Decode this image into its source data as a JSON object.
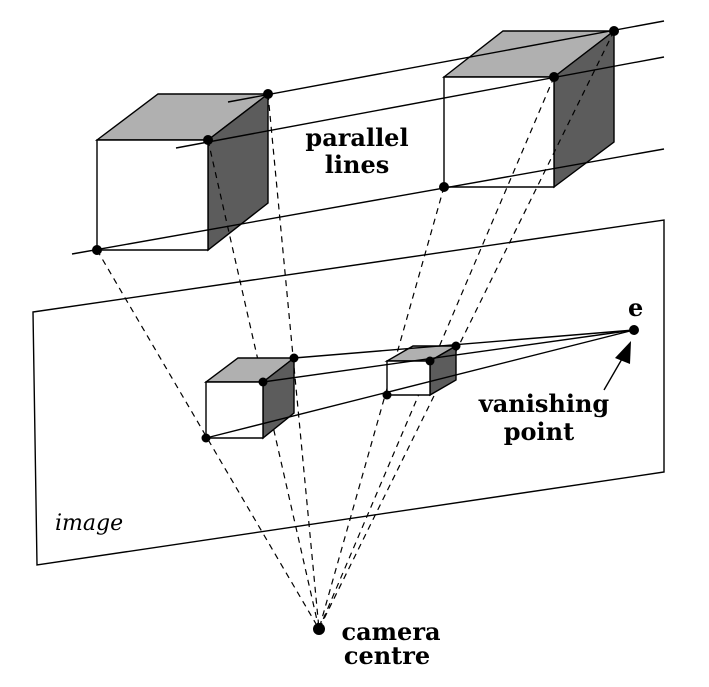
{
  "labels": {
    "parallel_lines_1": "parallel",
    "parallel_lines_2": "lines",
    "vanishing_point_letter": "e",
    "vanishing_point_1": "vanishing",
    "vanishing_point_2": "point",
    "image_plane": "image",
    "camera_centre_1": "camera",
    "camera_centre_2": "centre"
  },
  "colors": {
    "cube_top": "#b0b0b0",
    "cube_side": "#5c5c5c",
    "cube_front": "#ffffff",
    "ink": "#000000"
  }
}
